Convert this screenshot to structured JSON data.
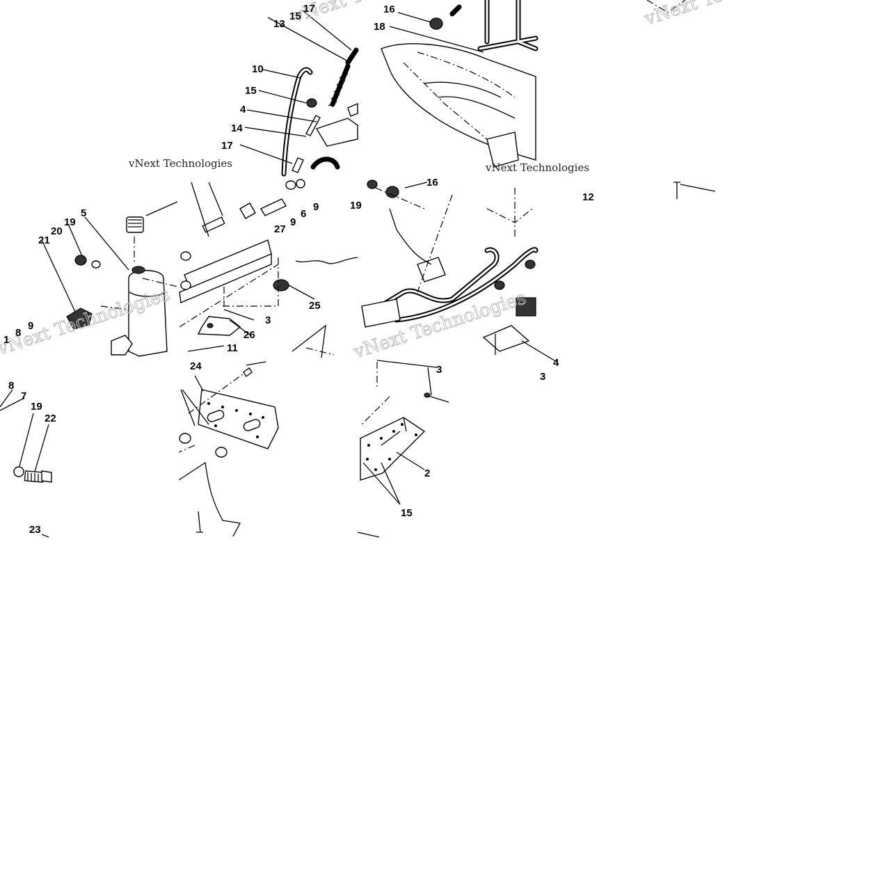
{
  "diagram": {
    "watermark": "vNext Technologies",
    "callouts": [
      {
        "id": "c-top-17",
        "label": "17"
      },
      {
        "id": "c-top-15",
        "label": "15"
      },
      {
        "id": "c-13",
        "label": "13"
      },
      {
        "id": "c-10",
        "label": "10"
      },
      {
        "id": "c-15b",
        "label": "15"
      },
      {
        "id": "c-4",
        "label": "4"
      },
      {
        "id": "c-14",
        "label": "14"
      },
      {
        "id": "c-17b",
        "label": "17"
      },
      {
        "id": "c-16a",
        "label": "16"
      },
      {
        "id": "c-18",
        "label": "18"
      },
      {
        "id": "c-16b",
        "label": "16"
      },
      {
        "id": "c-12",
        "label": "12"
      },
      {
        "id": "c-5",
        "label": "5"
      },
      {
        "id": "c-19a",
        "label": "19"
      },
      {
        "id": "c-20",
        "label": "20"
      },
      {
        "id": "c-21",
        "label": "21"
      },
      {
        "id": "c-9a",
        "label": "9"
      },
      {
        "id": "c-6",
        "label": "6"
      },
      {
        "id": "c-9b",
        "label": "9"
      },
      {
        "id": "c-27",
        "label": "27"
      },
      {
        "id": "c-25",
        "label": "25"
      },
      {
        "id": "c-3a",
        "label": "3"
      },
      {
        "id": "c-26",
        "label": "26"
      },
      {
        "id": "c-11",
        "label": "11"
      },
      {
        "id": "c-1",
        "label": "1"
      },
      {
        "id": "c-8a",
        "label": "8"
      },
      {
        "id": "c-9c",
        "label": "9"
      },
      {
        "id": "c-19b",
        "label": "19"
      },
      {
        "id": "c-4b",
        "label": "4"
      },
      {
        "id": "c-3b",
        "label": "3"
      },
      {
        "id": "c-8b",
        "label": "8"
      },
      {
        "id": "c-7",
        "label": "7"
      },
      {
        "id": "c-19c",
        "label": "19"
      },
      {
        "id": "c-22",
        "label": "22"
      },
      {
        "id": "c-23",
        "label": "23"
      },
      {
        "id": "c-24",
        "label": "24"
      },
      {
        "id": "c-3c",
        "label": "3"
      },
      {
        "id": "c-2",
        "label": "2"
      },
      {
        "id": "c-15c",
        "label": "15"
      }
    ]
  }
}
